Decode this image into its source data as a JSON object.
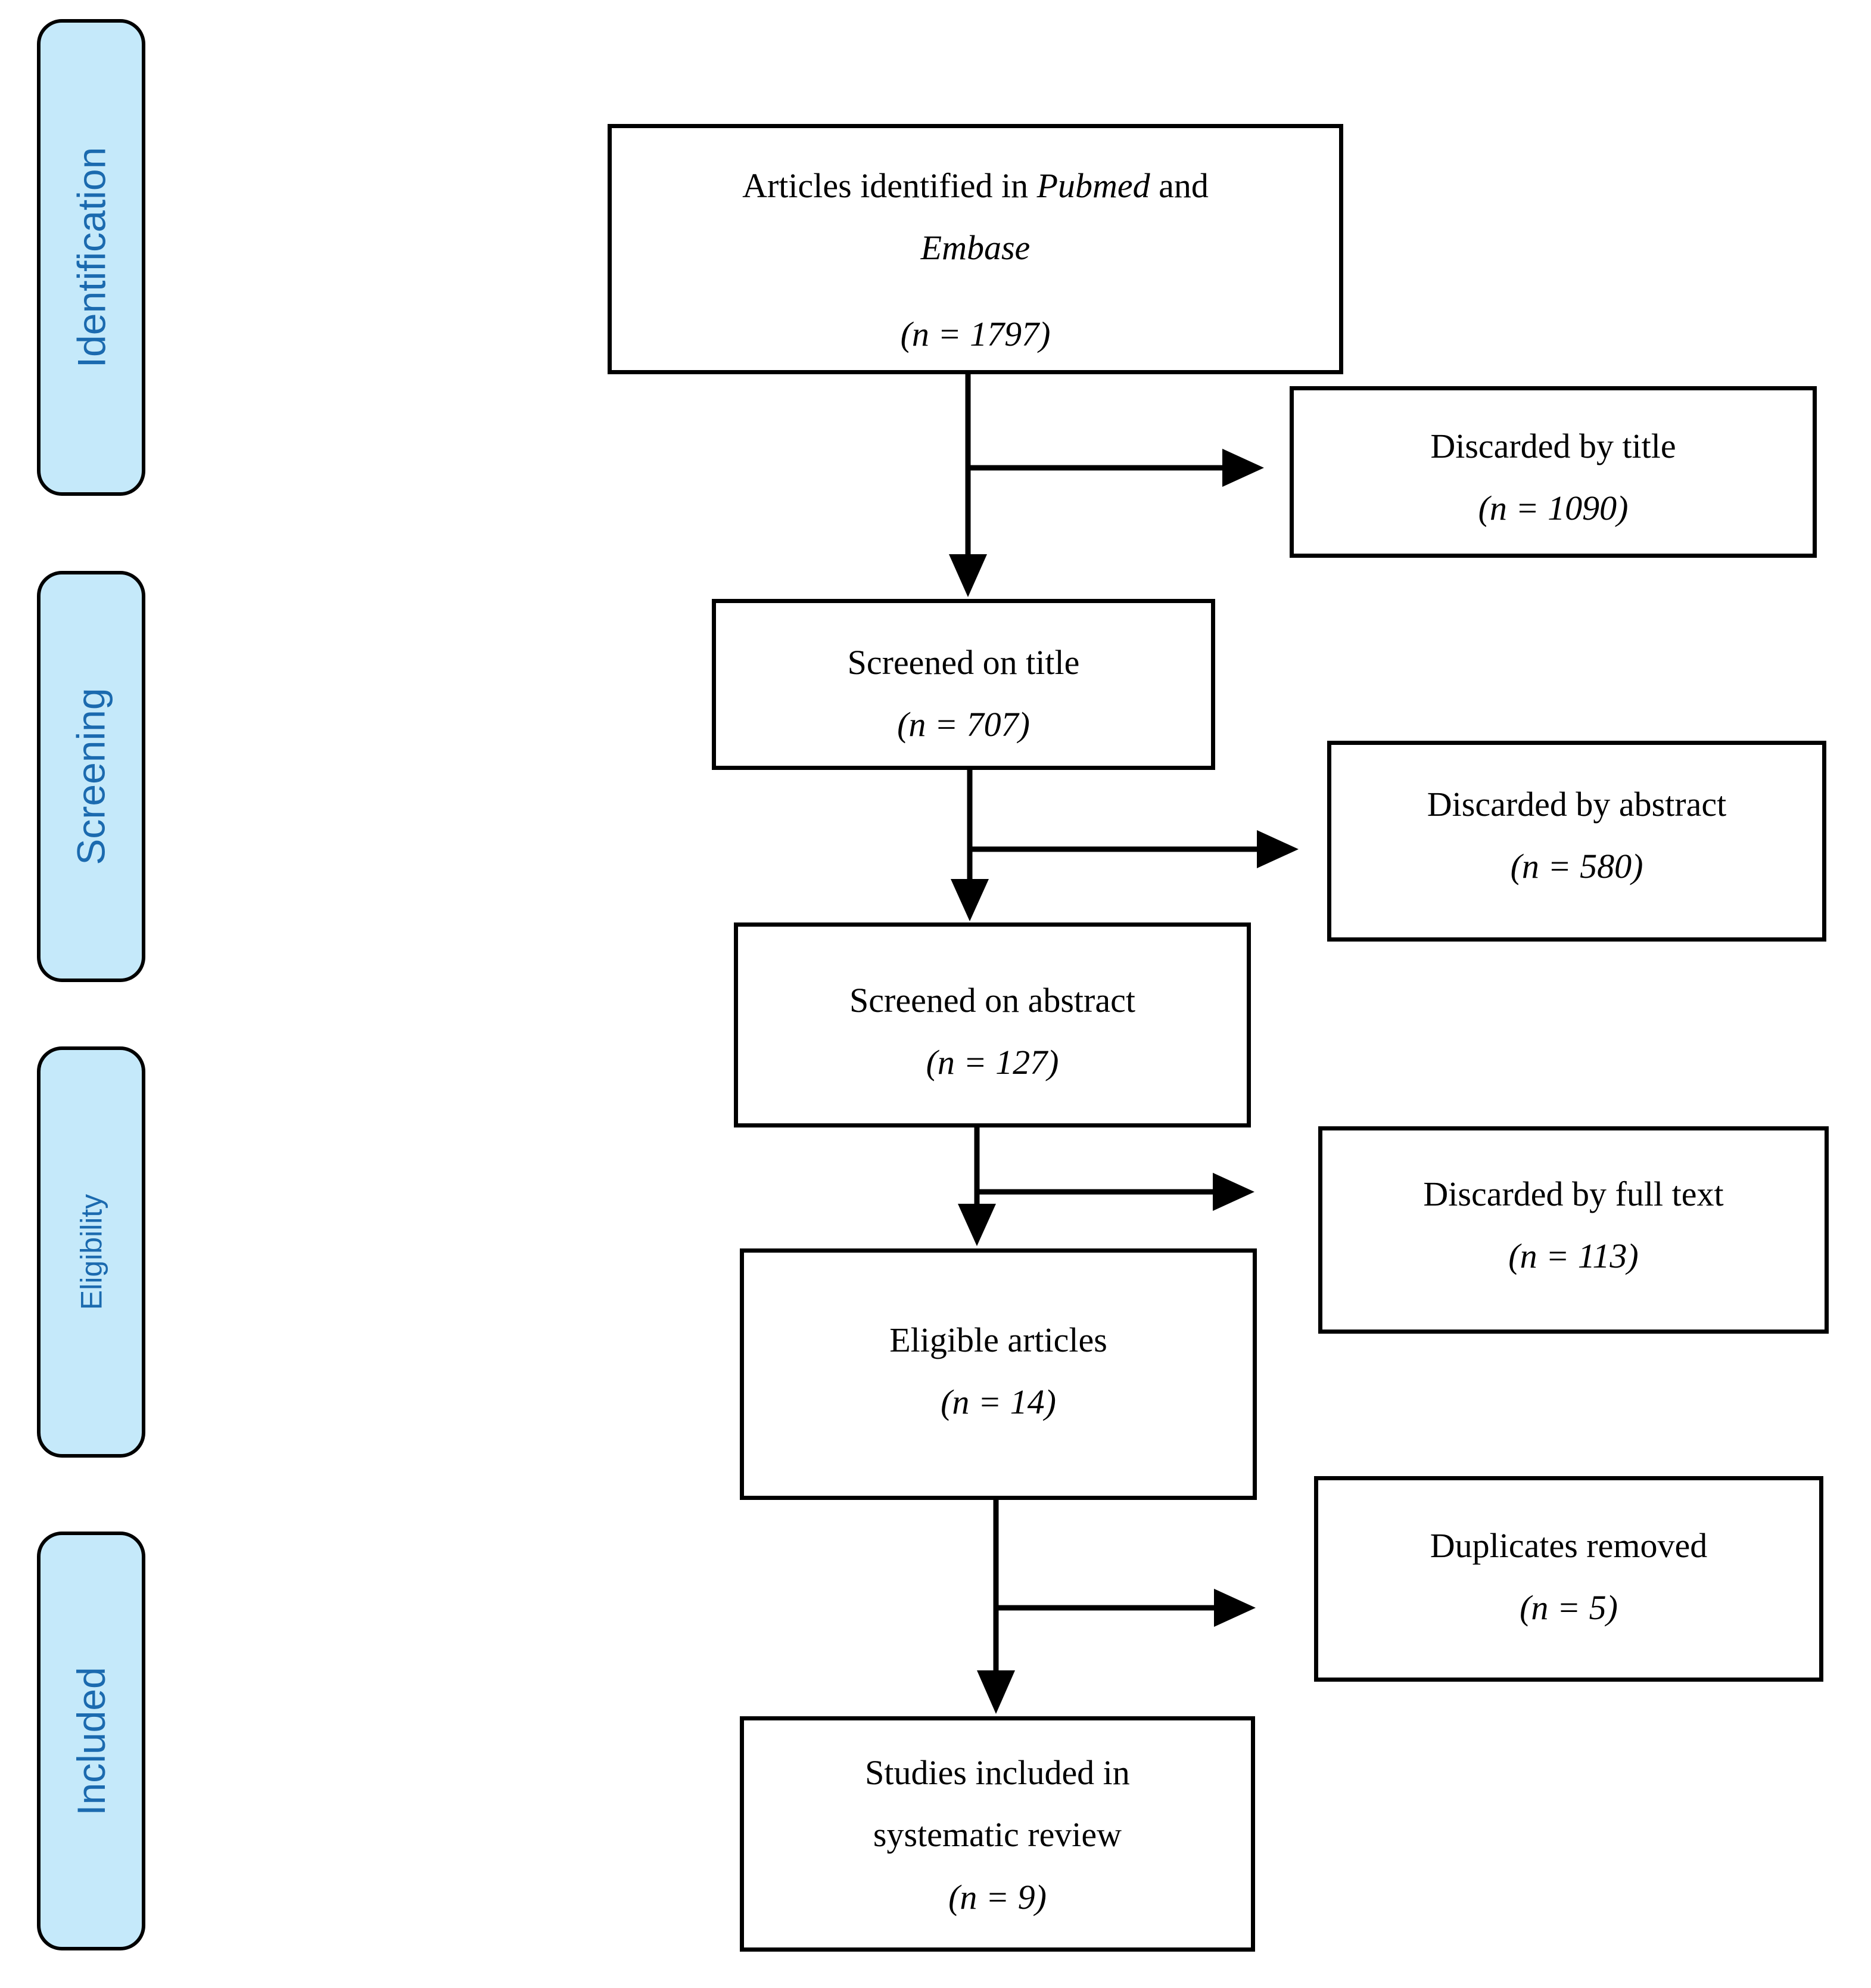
{
  "figure": {
    "background": "#ffffff",
    "line_color": "#000000",
    "box_fill": "#ffffff",
    "box_border": "#000000"
  },
  "sidebar": {
    "fill": "#c5e9fa",
    "border_color": "#000000",
    "label_color": "#1b6aaf",
    "stages": [
      {
        "label": "Identification"
      },
      {
        "label": "Screening"
      },
      {
        "label": "Eligibility"
      },
      {
        "label": "Included"
      }
    ]
  },
  "flow": {
    "identified": {
      "prefix": "Articles identified in ",
      "db1": "Pubmed",
      "mid": " and",
      "db2": "Embase",
      "count": "(n = 1797)"
    },
    "screened_title": {
      "label": "Screened on title",
      "count": "(n = 707)"
    },
    "screened_abstract": {
      "label": "Screened on abstract",
      "count": "(n = 127)"
    },
    "eligible": {
      "label": "Eligible articles",
      "count": "(n = 14)"
    },
    "included": {
      "line1": "Studies included in",
      "line2": "systematic review",
      "count": "(n = 9)"
    }
  },
  "exclusions": [
    {
      "label": "Discarded by title",
      "count": "(n = 1090)"
    },
    {
      "label": "Discarded by abstract",
      "count": "(n = 580)"
    },
    {
      "label": "Discarded by full text",
      "count": "(n = 113)"
    },
    {
      "label": "Duplicates removed",
      "count": "(n = 5)"
    }
  ]
}
